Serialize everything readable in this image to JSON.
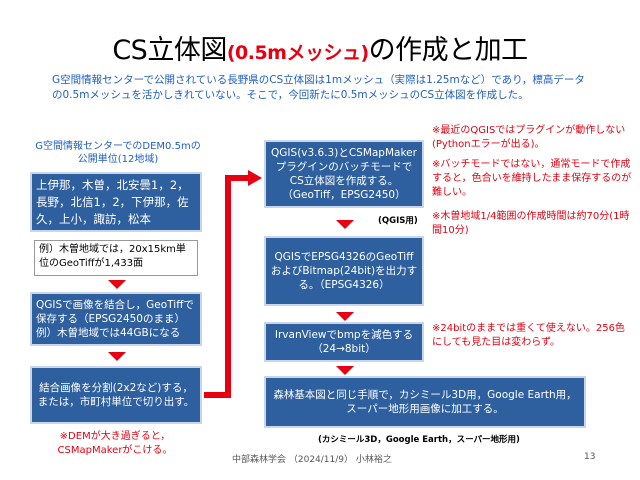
{
  "slide": {
    "title_pre": "CS立体図",
    "title_red": "(0.5mメッシュ)",
    "title_post": "の作成と加工",
    "intro": "G空間情報センターで公開されている長野県のCS立体図は1mメッシュ（実際は1.25mなど）であり，標高データの0.5mメッシュを活かしきれていない。そこで，今回新たに0.5mメッシュのCS立体図を作成した。",
    "source_label": "G空間情報センターでのDEM0.5mの公開単位(12地域)",
    "regions": "上伊那，木曽，北安曇1，2，長野，北信1，2，下伊那，佐久，上小，諏訪，松本",
    "example": "例）木曽地域では，20x15km単位のGeoTiffが1,433面",
    "merge_step": "QGISで画像を結合し，GeoTiffで保存する（EPSG2450のまま）例）木曽地域では44GBになる",
    "split_step": "結合画像を分割(2x2など)する，または，市町村単位で切り出す。",
    "dem_note": "※DEMが大き過ぎると，CSMapMakerがこける。",
    "csmap_step": "QGIS(v3.6.3)とCSMapMakerプラグインのバッチモードでCS立体図を作成する。（GeoTiff，EPSG2450）",
    "qgis_label": "(QGIS用)",
    "export_step": "QGISでEPSG4326のGeoTiffおよびBitmap(24bit)を出力する。（EPSG4326）",
    "irfan_step": "IrvanViewでbmpを減色する（24→8bit）",
    "final_step": "森林基本図と同じ手順で，カシミール3D用，Google Earth用，スーパー地形用画像に加工する。",
    "final_label": "(カシミール3D，Google Earth，スーパー地形用)",
    "note_error": "※最近のQGISではプラグインが動作しない(Pythonエラーが出る)。",
    "note_batch": "※バッチモードではない，通常モードで作成すると，色合いを維持したまま保存するのが難しい。",
    "note_time": "※木曽地域1/4範囲の作成時間は約70分(1時間10分)",
    "note_24bit": "※24bitのままでは重くて使えない。256色にしても見た目は変わらず。",
    "footer_left": "中部森林学会 （2024/11/9） 小林裕之",
    "page_number": "13"
  },
  "colors": {
    "box": "#2e5f9e",
    "accent_red": "#e60012",
    "intro_blue": "#1f5fbf"
  }
}
